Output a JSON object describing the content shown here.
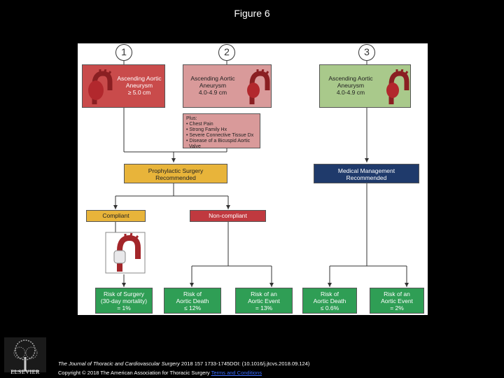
{
  "slide": {
    "title": "Figure 6"
  },
  "pathways": {
    "numbers": [
      "1",
      "2",
      "3"
    ],
    "p1": {
      "line1": "Ascending Aortic",
      "line2": "Aneurysm",
      "line3": "≥ 5.0 cm"
    },
    "p2": {
      "line1": "Ascending Aortic",
      "line2": "Aneurysm",
      "line3": "4.0-4.9 cm"
    },
    "p3": {
      "line1": "Ascending Aortic",
      "line2": "Aneurysm",
      "line3": "4.0-4.9 cm"
    }
  },
  "plus_box": {
    "heading": "Plus:",
    "items": [
      "• Chest Pain",
      "• Strong Family Hx",
      "• Severe Connective Tissue Dx",
      "• Disease of a Bicuspid Aortic",
      "  Valve"
    ]
  },
  "recommendations": {
    "surgery": {
      "line1": "Prophylactic Surgery",
      "line2": "Recommended"
    },
    "medical": {
      "line1": "Medical Management",
      "line2": "Recommended"
    }
  },
  "compliance": {
    "compliant": "Compliant",
    "noncompliant": "Non-compliant"
  },
  "outcomes": [
    {
      "line1": "Risk of Surgery",
      "line2": "(30-day mortality)",
      "line3": "= 1%"
    },
    {
      "line1": "Risk of",
      "line2": "Aortic Death",
      "line3": "≤ 12%"
    },
    {
      "line1": "Risk of an",
      "line2": "Aortic Event",
      "line3": "= 13%"
    },
    {
      "line1": "Risk of",
      "line2": "Aortic Death",
      "line3": "≤ 0.6%"
    },
    {
      "line1": "Risk of an",
      "line2": "Aortic Event",
      "line3": "= 2%"
    }
  ],
  "footer": {
    "journal": "The Journal of Thoracic and Cardiovascular Surgery",
    "citation": " 2018 157 1733-1745DOI: (10.1016/j.jtcvs.2018.09.124)",
    "copyright": "Copyright © 2018 The American Association for Thoracic Surgery",
    "link": "Terms and Conditions"
  },
  "logo": {
    "text": "ELSEVIER"
  },
  "colors": {
    "red_box": "#c94b4b",
    "pink_box": "#d99a9a",
    "green_box": "#a9c98b",
    "yellow_box": "#e8b43a",
    "navy_box": "#1f3a6b",
    "crimson_box": "#c0393f",
    "green_outcome": "#2f9e55"
  }
}
